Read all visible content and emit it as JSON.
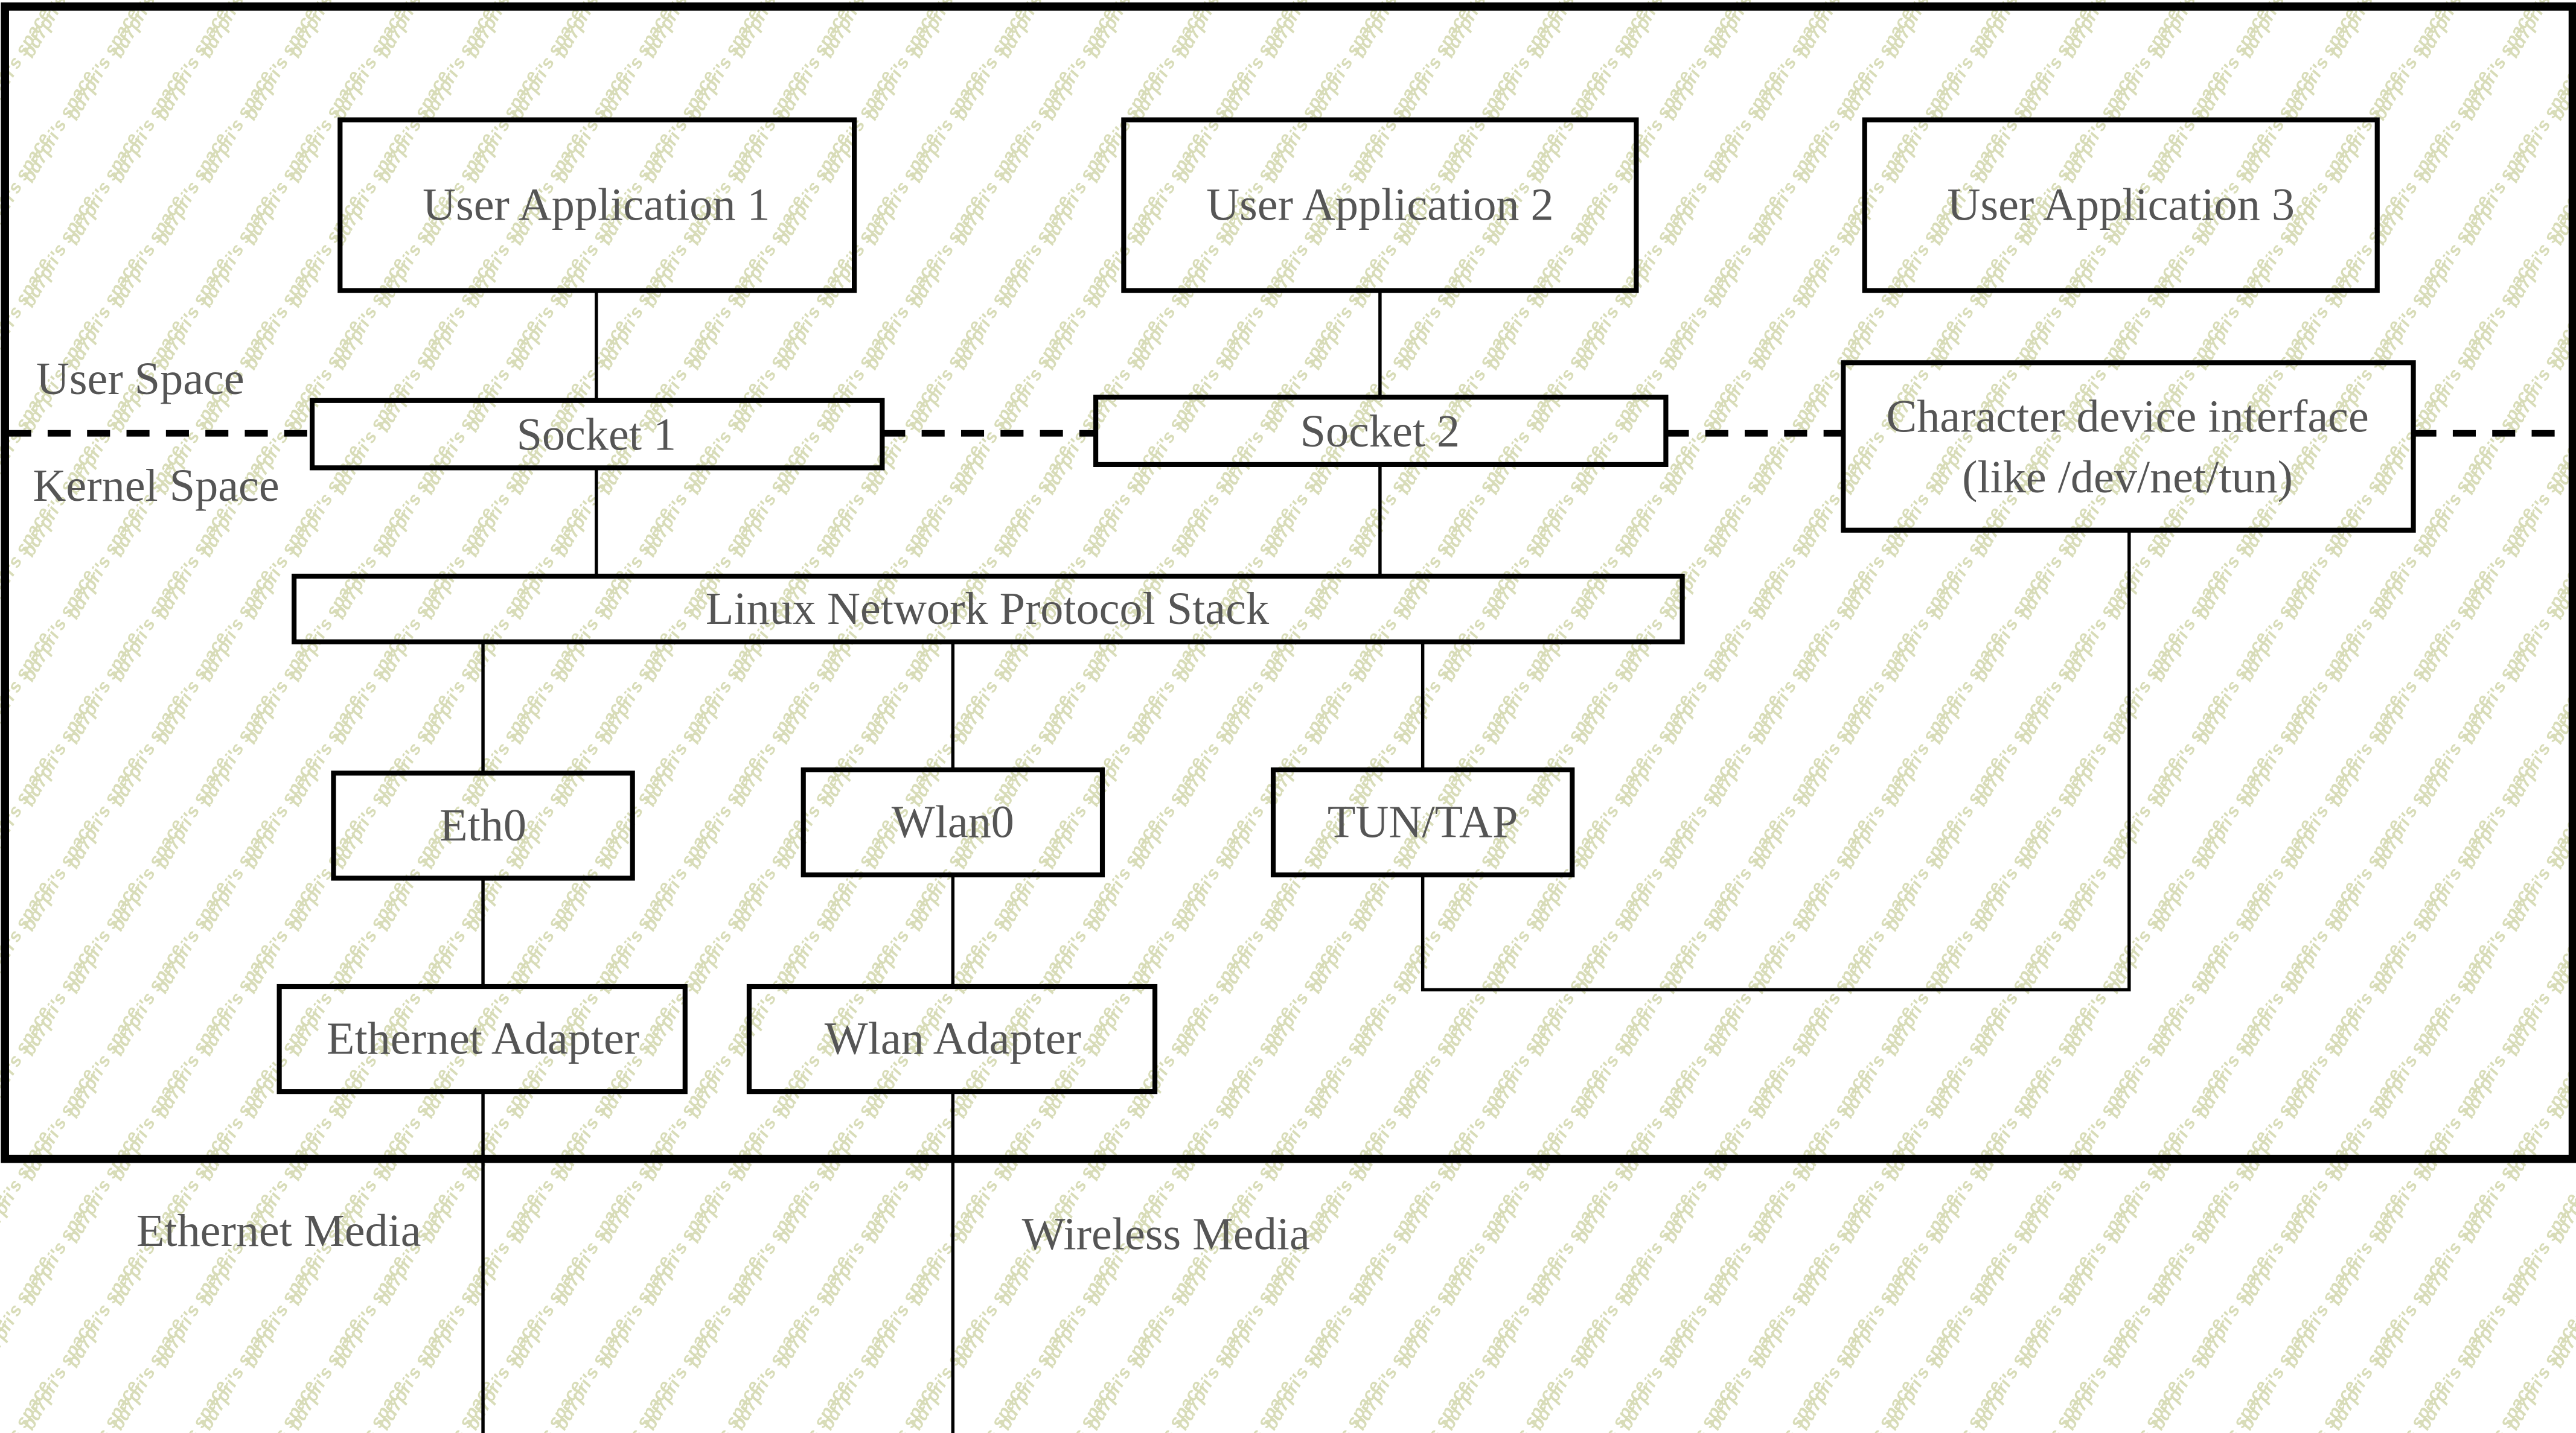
{
  "watermark": {
    "text": "bd7pri's space",
    "color": "#d8dcb8"
  },
  "regions": {
    "user_space": "User Space",
    "kernel_space": "Kernel Space"
  },
  "nodes": {
    "app1": "User Application 1",
    "app2": "User Application 2",
    "app3": "User Application 3",
    "socket1": "Socket 1",
    "socket2": "Socket 2",
    "chardev_line1": "Character device interface",
    "chardev_line2": "(like /dev/net/tun)",
    "stack": "Linux Network Protocol Stack",
    "eth0": "Eth0",
    "wlan0": "Wlan0",
    "tuntap": "TUN/TAP",
    "eth_adapter": "Ethernet Adapter",
    "wlan_adapter": "Wlan Adapter"
  },
  "media": {
    "ethernet": "Ethernet Media",
    "wireless": "Wireless Media"
  },
  "edges": [
    [
      "app1",
      "socket1"
    ],
    [
      "app2",
      "socket2"
    ],
    [
      "socket1",
      "stack"
    ],
    [
      "socket2",
      "stack"
    ],
    [
      "stack",
      "eth0"
    ],
    [
      "stack",
      "wlan0"
    ],
    [
      "stack",
      "tuntap"
    ],
    [
      "eth0",
      "eth_adapter"
    ],
    [
      "wlan0",
      "wlan_adapter"
    ],
    [
      "tuntap",
      "chardev"
    ],
    [
      "eth_adapter",
      "ethernet_media"
    ],
    [
      "wlan_adapter",
      "wireless_media"
    ]
  ]
}
